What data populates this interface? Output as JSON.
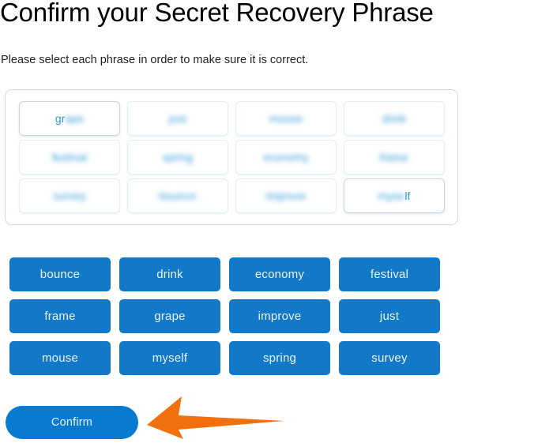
{
  "header": {
    "title": "Confirm your Secret Recovery Phrase",
    "subtitle": "Please select each phrase in order to make sure it is correct."
  },
  "colors": {
    "button_blue": "#1278c8",
    "confirm_blue": "#0a7ad0",
    "slot_word_blue": "#3098d8",
    "panel_border": "#d6d9dc",
    "slot_border": "#e4eef6",
    "annotation_orange": "#F2700E",
    "background": "#ffffff",
    "title_text": "#000000"
  },
  "slot_panel": {
    "name": "selected-phrase-slots",
    "slots": [
      {
        "index": 1,
        "visible_text": "gr",
        "masked_text": "ape",
        "mask": "tail",
        "focused": true
      },
      {
        "index": 2,
        "visible_text": "",
        "masked_text": "just",
        "mask": "full",
        "focused": false
      },
      {
        "index": 3,
        "visible_text": "",
        "masked_text": "mouse",
        "mask": "full",
        "focused": false
      },
      {
        "index": 4,
        "visible_text": "",
        "masked_text": "drink",
        "mask": "full",
        "focused": false
      },
      {
        "index": 5,
        "visible_text": "",
        "masked_text": "festival",
        "mask": "full",
        "focused": false
      },
      {
        "index": 6,
        "visible_text": "",
        "masked_text": "spring",
        "mask": "full",
        "focused": false
      },
      {
        "index": 7,
        "visible_text": "",
        "masked_text": "economy",
        "mask": "full",
        "focused": false
      },
      {
        "index": 8,
        "visible_text": "",
        "masked_text": "frame",
        "mask": "full",
        "focused": false
      },
      {
        "index": 9,
        "visible_text": "",
        "masked_text": "survey",
        "mask": "full",
        "focused": false
      },
      {
        "index": 10,
        "visible_text": "",
        "masked_text": "bounce",
        "mask": "full",
        "focused": false
      },
      {
        "index": 11,
        "visible_text": "",
        "masked_text": "improve",
        "mask": "full",
        "focused": false
      },
      {
        "index": 12,
        "visible_text": "lf",
        "masked_text": "myse",
        "mask": "head",
        "focused": true
      }
    ]
  },
  "word_bank": {
    "name": "phrase-word-bank",
    "words": [
      "bounce",
      "drink",
      "economy",
      "festival",
      "frame",
      "grape",
      "improve",
      "just",
      "mouse",
      "myself",
      "spring",
      "survey"
    ]
  },
  "actions": {
    "confirm_label": "Confirm"
  },
  "annotation": {
    "arrow_direction": "left",
    "points_at": "Confirm"
  }
}
